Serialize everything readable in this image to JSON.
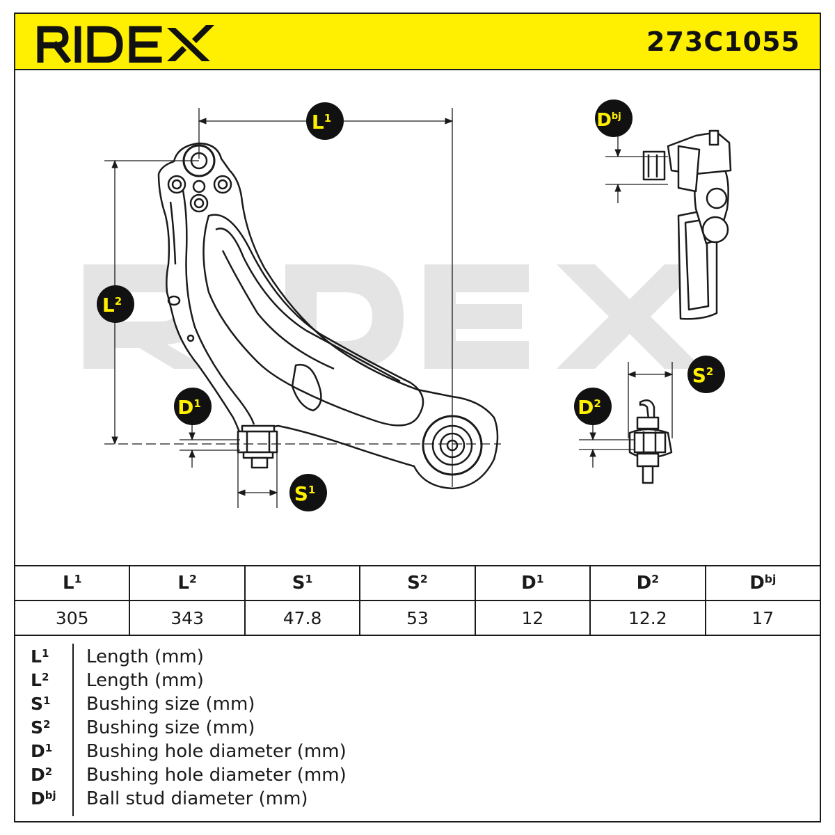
{
  "header": {
    "brand": "RIDEX",
    "part_number": "273C1055"
  },
  "colors": {
    "header_bg": "#ffef00",
    "badge_bg": "#111111",
    "badge_text": "#ffef00",
    "watermark": "#e4e4e4",
    "line": "#1a1a1a"
  },
  "diagram": {
    "watermark": "RIDEX",
    "labels": {
      "L1": {
        "base": "L",
        "sup": "1"
      },
      "L2": {
        "base": "L",
        "sup": "2"
      },
      "S1": {
        "base": "S",
        "sup": "1"
      },
      "S2": {
        "base": "S",
        "sup": "2"
      },
      "D1": {
        "base": "D",
        "sup": "1"
      },
      "D2": {
        "base": "D",
        "sup": "2"
      },
      "Dbj": {
        "base": "D",
        "sup": "bj"
      }
    }
  },
  "spec_table": {
    "columns": [
      {
        "base": "L",
        "sup": "1",
        "value": "305"
      },
      {
        "base": "L",
        "sup": "2",
        "value": "343"
      },
      {
        "base": "S",
        "sup": "1",
        "value": "47.8"
      },
      {
        "base": "S",
        "sup": "2",
        "value": "53"
      },
      {
        "base": "D",
        "sup": "1",
        "value": "12"
      },
      {
        "base": "D",
        "sup": "2",
        "value": "12.2"
      },
      {
        "base": "D",
        "sup": "bj",
        "value": "17"
      }
    ]
  },
  "legend": [
    {
      "base": "L",
      "sup": "1",
      "desc": "Length (mm)"
    },
    {
      "base": "L",
      "sup": "2",
      "desc": "Length (mm)"
    },
    {
      "base": "S",
      "sup": "1",
      "desc": "Bushing size (mm)"
    },
    {
      "base": "S",
      "sup": "2",
      "desc": "Bushing size (mm)"
    },
    {
      "base": "D",
      "sup": "1",
      "desc": "Bushing hole diameter (mm)"
    },
    {
      "base": "D",
      "sup": "2",
      "desc": "Bushing hole diameter (mm)"
    },
    {
      "base": "D",
      "sup": "bj",
      "desc": "Ball stud diameter (mm)"
    }
  ]
}
